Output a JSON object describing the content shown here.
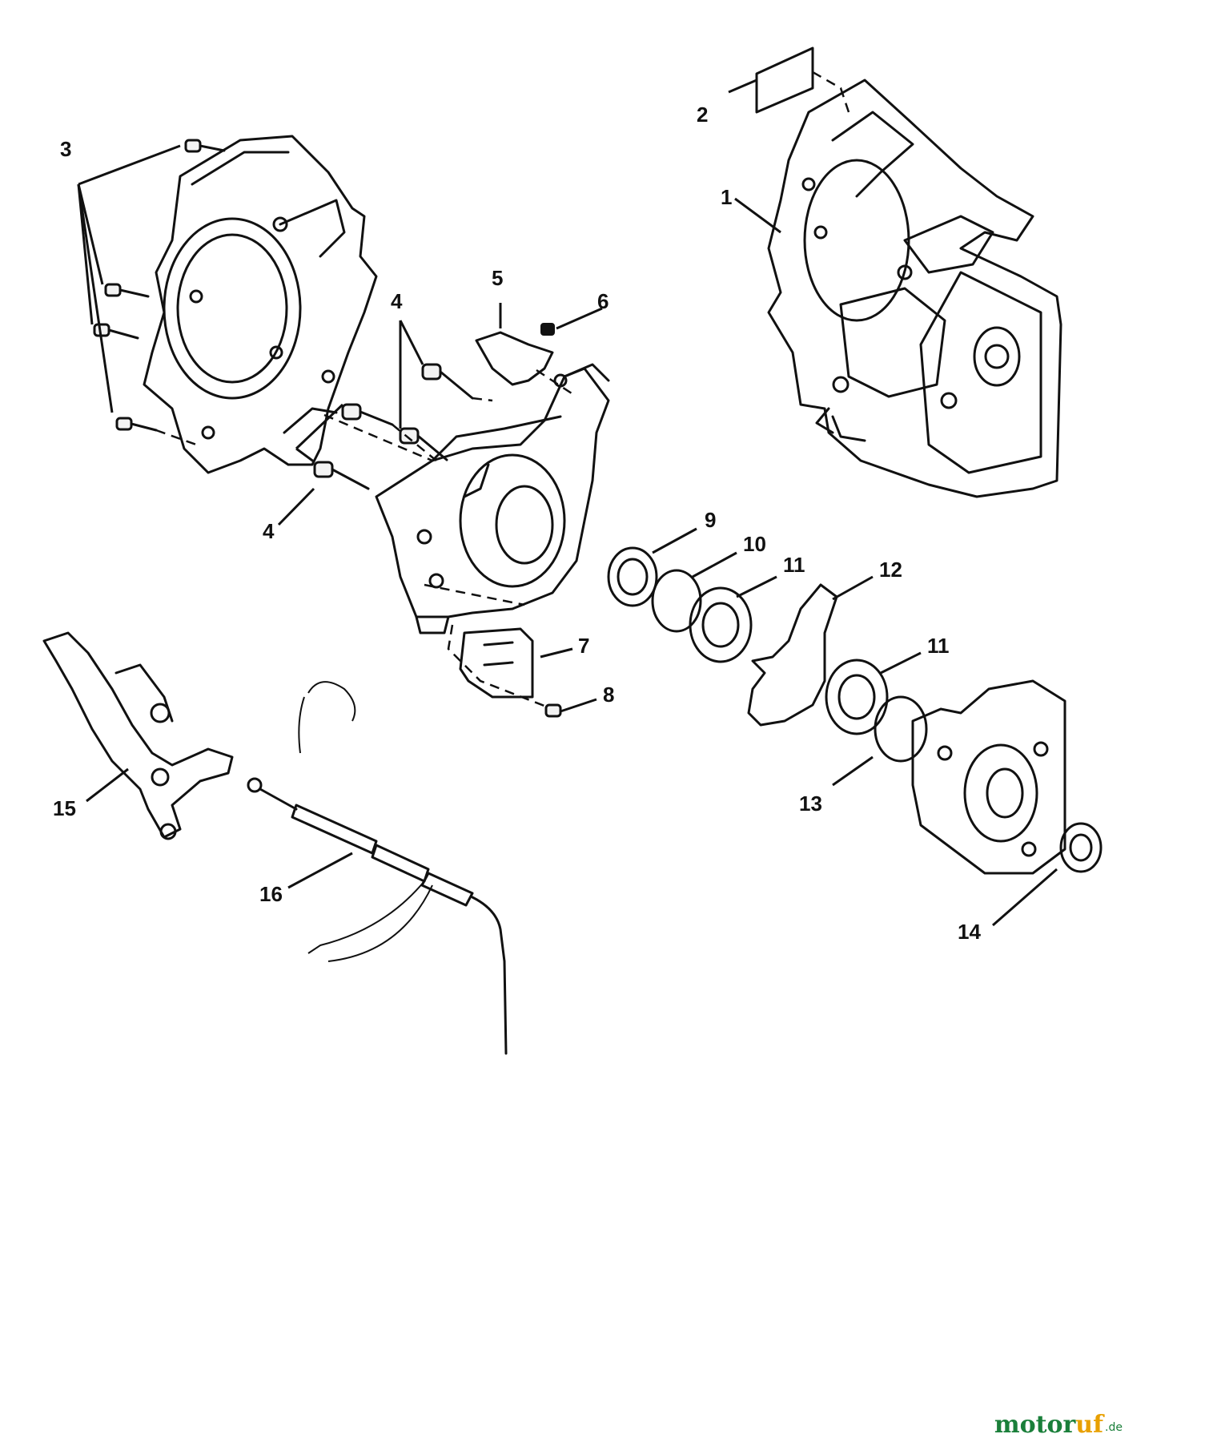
{
  "callouts": {
    "c1": "1",
    "c2": "2",
    "c3": "3",
    "c4a": "4",
    "c4b": "4",
    "c5": "5",
    "c6": "6",
    "c7": "7",
    "c8": "8",
    "c9": "9",
    "c10": "10",
    "c11a": "11",
    "c11b": "11",
    "c12": "12",
    "c13": "13",
    "c14": "14",
    "c15": "15",
    "c16": "16"
  },
  "watermark": {
    "prefix": "motor",
    "highlight": "uf",
    "suffix": ".de",
    "colors": {
      "prefix": "#1a7f3a",
      "highlight": "#e8a000",
      "suffix": "#1a7f3a"
    }
  }
}
